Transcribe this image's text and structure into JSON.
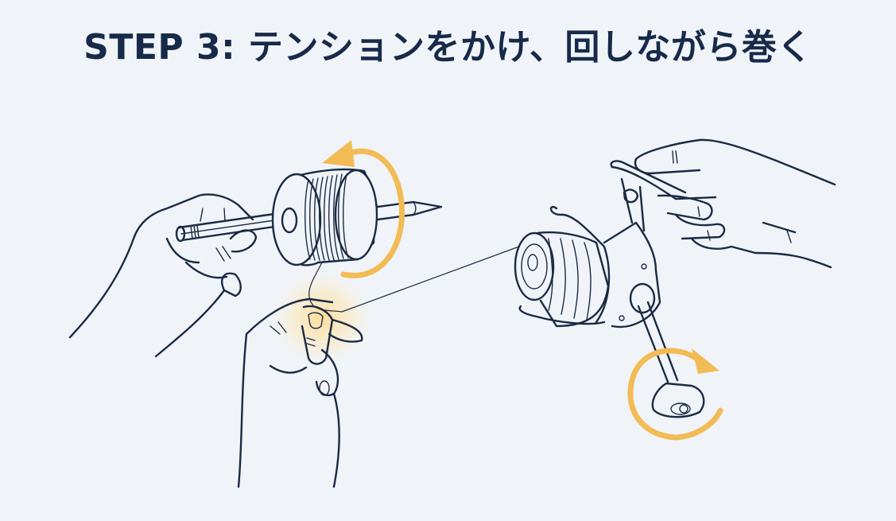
{
  "header": {
    "title": "STEP 3: テンションをかけ、回しながら巻く"
  },
  "illustration": {
    "elements": [
      {
        "name": "spool-hand",
        "description": "Left hand holding pencil inserted through line spool"
      },
      {
        "name": "line-spool",
        "description": "Spool of fishing line on pencil axle"
      },
      {
        "name": "pencil",
        "description": "Pencil used as axle"
      },
      {
        "name": "spool-rotation-arrow",
        "description": "Counter-clockwise rotation arrow around spool"
      },
      {
        "name": "tension-hand",
        "description": "Hand pinching the line between fingers to apply tension (highlighted)"
      },
      {
        "name": "fishing-line",
        "description": "Line running from spool to reel"
      },
      {
        "name": "spinning-reel",
        "description": "Spinning reel held by right hand"
      },
      {
        "name": "reel-hand",
        "description": "Hand gripping reel foot/rod"
      },
      {
        "name": "handle-rotation-arrow",
        "description": "Clockwise rotation arrow around reel handle"
      }
    ],
    "colors": {
      "background": "#f0f4f8",
      "ink": "#1b2a44",
      "title": "#172a4a",
      "accent": "#f2bb55",
      "highlight_glow": "#ffd98a"
    }
  }
}
